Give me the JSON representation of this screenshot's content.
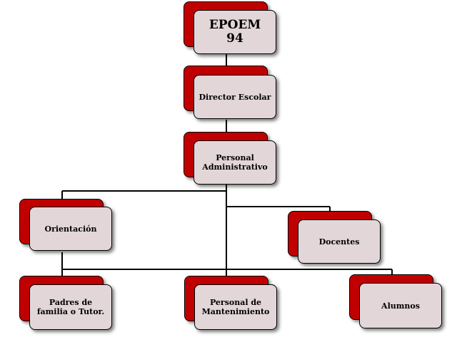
{
  "nodes": {
    "epoem": {
      "line1": "EPOEM",
      "line2": "94"
    },
    "director": {
      "label": "Director Escolar"
    },
    "administrativo": {
      "line1": "Personal",
      "line2": "Administrativo"
    },
    "orientacion": {
      "label": "Orientación"
    },
    "docentes": {
      "label": "Docentes"
    },
    "padres": {
      "line1": "Padres de",
      "line2": "familia o Tutor."
    },
    "mantenimiento": {
      "line1": "Personal de",
      "line2": "Mantenimiento"
    },
    "alumnos": {
      "label": "Alumnos"
    }
  },
  "colors": {
    "back_box": "#c00000",
    "front_box": "#e2d6d8",
    "connector": "#000000"
  }
}
